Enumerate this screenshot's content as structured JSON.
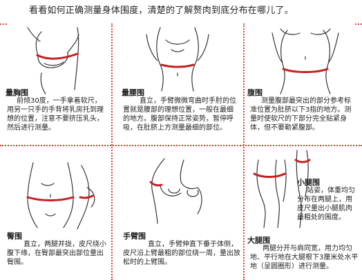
{
  "title": "看看如何正确测量身体围度，清楚的了解赘肉到底分布在哪儿了。",
  "colors": {
    "accent": "#e23b3b",
    "band": "#c42020"
  },
  "sections": [
    {
      "label": "量胸围",
      "text": "前倾30度，一手拿着软尺，用另一只手的手背将乳房托到理想的位置，注意不要挤压乳头，然后进行测量。"
    },
    {
      "label": "量腰围",
      "text": "直立，手臂微微弯曲时手肘的位置就是腰部的理想位置，一般在最细的地方。腹部保持正常姿势，暂停呼吸，在肚脐上方测量最细的部位。"
    },
    {
      "label": "腹围",
      "text": "测量腹部最突出的部分参考标准位置为肚脐以下3指的地方。测量时使软尺的下部分完全贴紧身体，但不要勒紧腹部。"
    },
    {
      "label": "臀围",
      "text": "直立，两腿并拢，皮尺绕小腹下缘，在臀部最突出部位量出臀围。"
    },
    {
      "label": "手臂围",
      "text": "直立，手臂伸直下垂于体侧，皮尺沿上臂最粗的部位绕一周，量出放松时的上臂围。"
    },
    {
      "label": "小腿围",
      "text": "站姿，体重均匀分布在两腿上，用皮尺量出小腿肌肉最粗处的围度。"
    },
    {
      "label": "大腿围",
      "text": "两腿分开与肩同宽，用力均匀地、平行地在大腿根下3厘米处水平地（呈圆圈形）进行测量。"
    }
  ]
}
